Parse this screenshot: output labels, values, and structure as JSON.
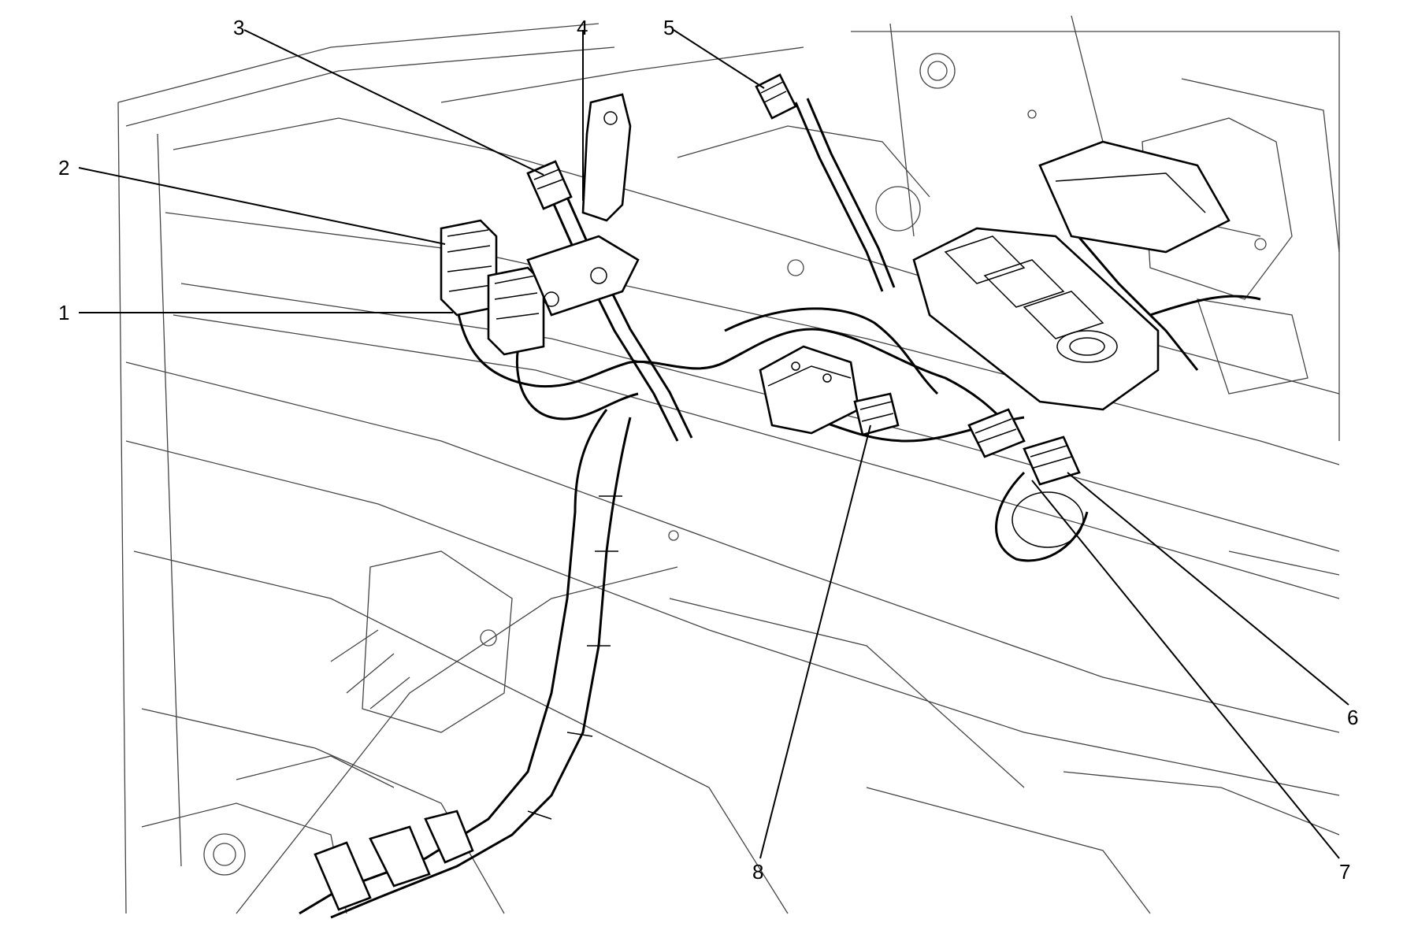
{
  "diagram": {
    "callouts": [
      {
        "number": "1"
      },
      {
        "number": "2"
      },
      {
        "number": "3"
      },
      {
        "number": "4"
      },
      {
        "number": "5"
      },
      {
        "number": "6"
      },
      {
        "number": "7"
      },
      {
        "number": "8"
      }
    ]
  }
}
